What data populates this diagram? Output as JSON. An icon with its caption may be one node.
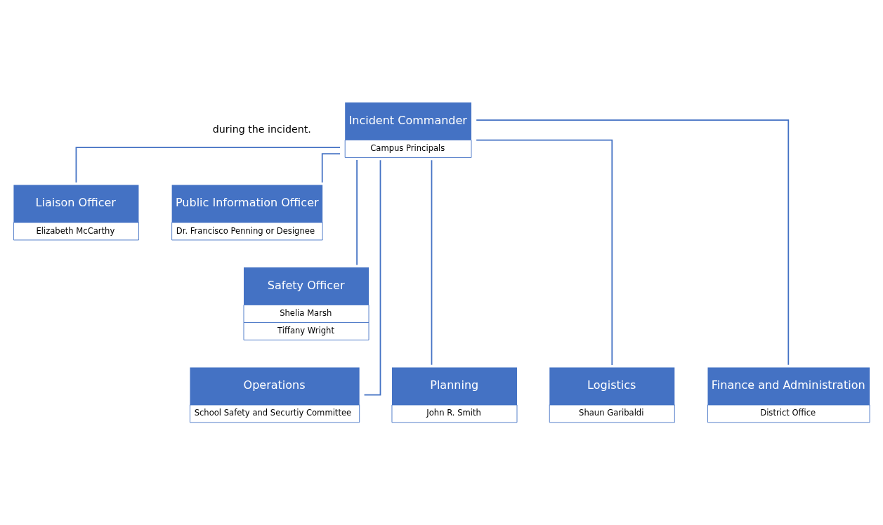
{
  "diagram": {
    "nodes": [
      {
        "text": [
          "Incident Commander",
          "Campus Principals"
        ]
      },
      {
        "text": [
          "Liaison Officer",
          "Elizabeth McCarthy"
        ]
      },
      {
        "text": [
          "Public Information Officer",
          "Dr. Francisco Penning or Designee"
        ]
      },
      {
        "text": [
          "Safety Officer",
          "Shelia Marsh",
          "Tiffany Wright"
        ]
      },
      {
        "text": [
          "Operations",
          "School Safety and Securtiy Committee"
        ]
      },
      {
        "text": [
          "Planning",
          "John R. Smith"
        ]
      },
      {
        "text": [
          "Logistics",
          "Shaun Garibaldi"
        ]
      },
      {
        "text": [
          "Finance and Administration",
          "District Office"
        ]
      }
    ],
    "edges": [
      {
        "from": 0,
        "to": 1,
        "arrow": "none"
      },
      {
        "from": 0,
        "to": 2,
        "arrow": "none"
      },
      {
        "from": 0,
        "to": 3,
        "arrow": "none"
      },
      {
        "from": 0,
        "to": 4,
        "arrow": "none"
      },
      {
        "from": 0,
        "to": 5,
        "arrow": "none"
      },
      {
        "from": 0,
        "to": 6,
        "arrow": "none"
      },
      {
        "from": 0,
        "to": 7,
        "arrow": "none"
      }
    ],
    "labels": [
      "during the incident."
    ]
  }
}
